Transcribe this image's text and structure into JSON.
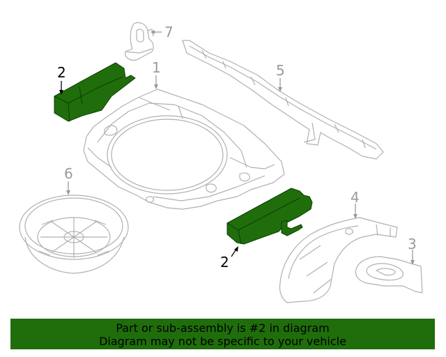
{
  "diagram": {
    "callouts": {
      "c1": "1",
      "c2a": "2",
      "c2b": "2",
      "c3": "3",
      "c4": "4",
      "c5": "5",
      "c6": "6",
      "c7": "7"
    },
    "colors": {
      "line": "#b0b0b0",
      "highlight": "#1f6e0b",
      "highlight_stroke": "#0d3d05",
      "callout_gray": "#9a9a9a",
      "callout_black": "#000000"
    }
  },
  "banner": {
    "line1": "Part or sub-assembly is #2 in diagram",
    "line2": "Diagram may not be specific to your vehicle",
    "background": "#1f6e0b"
  }
}
